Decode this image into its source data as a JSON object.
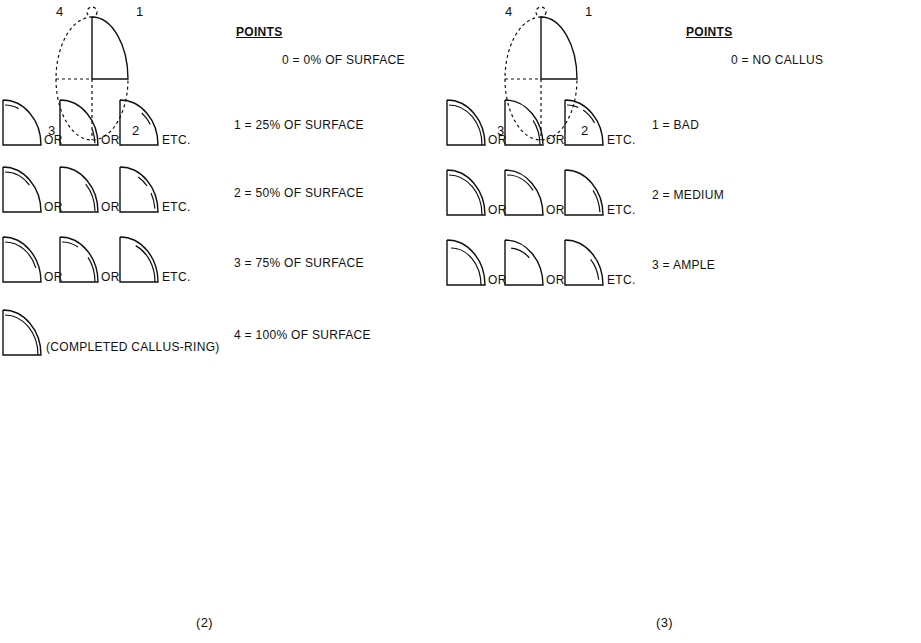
{
  "diagram": {
    "labels": [
      "4",
      "1",
      "POINTS",
      "0 = 0% OF SURFACE",
      "3",
      "2",
      "OR",
      "OR",
      "ETC.",
      "1 = 25% OF SURFACE",
      "OR",
      "OR",
      "ETC.",
      "2 = 50% OF SURFACE",
      "OR",
      "OR",
      "ETC.",
      "3 = 75% OF SURFACE",
      "(COMPLETED CALLUS-RING)",
      "4 = 100% OF SURFACE",
      "(2)",
      "4",
      "1",
      "POINTS",
      "0 = NO CALLUS",
      "3",
      "2",
      "OR",
      "OR",
      "ETC.",
      "1 = BAD",
      "OR",
      "OR",
      "ETC.",
      "2 = MEDIUM",
      "OR",
      "OR",
      "ETC.",
      "3 = AMPLE",
      "(3)"
    ]
  }
}
